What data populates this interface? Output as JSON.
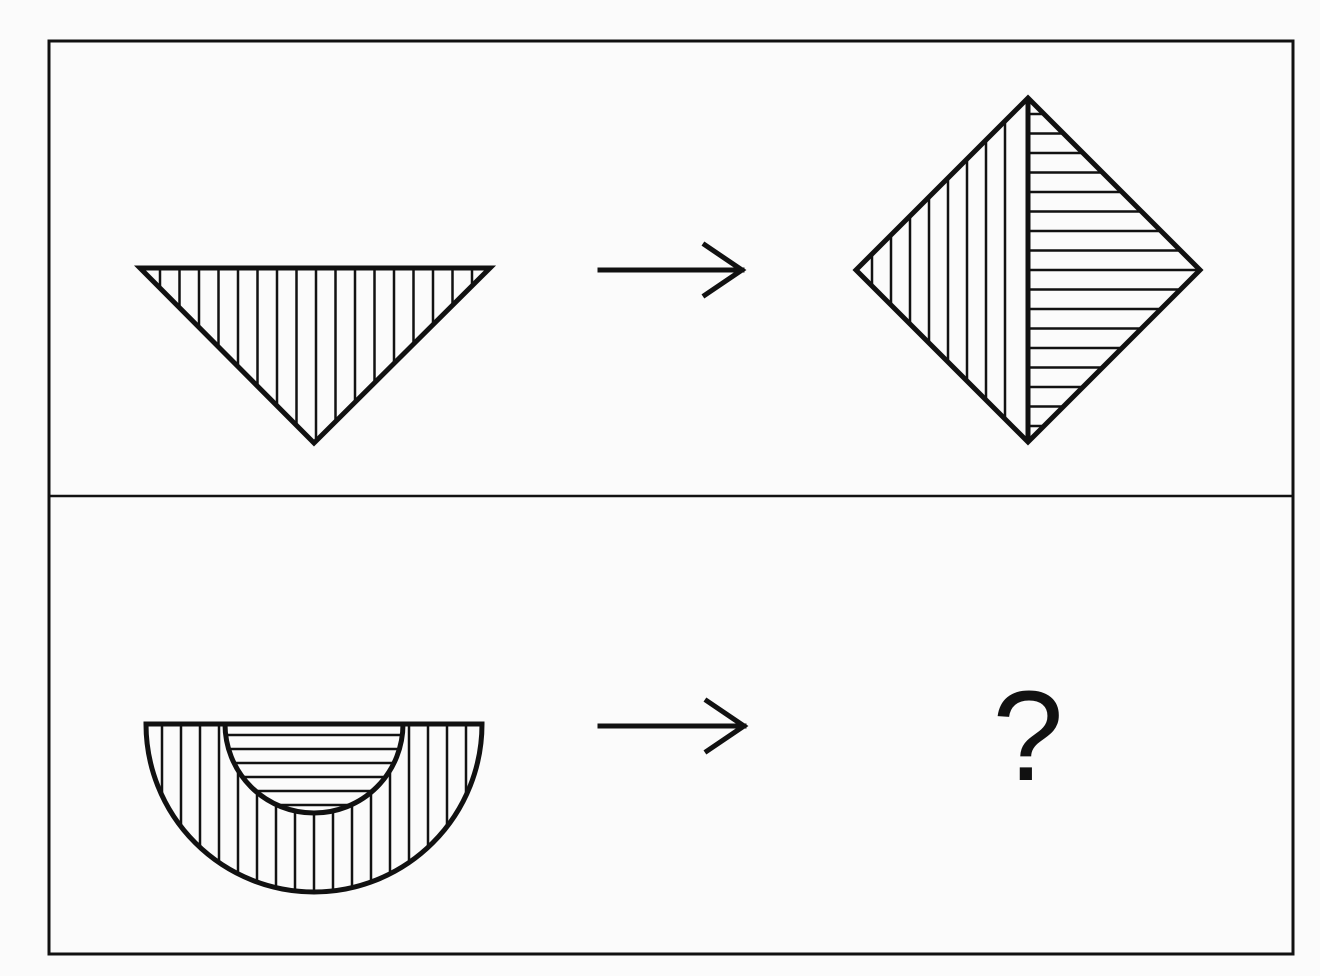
{
  "puzzle": {
    "unknown_symbol": "?",
    "arrow_symbol": "→",
    "colors": {
      "ink": "#111111",
      "background": "#fbfbfb"
    },
    "rows": [
      {
        "source": {
          "shape": "inverted-triangle",
          "hatch": "vertical"
        },
        "result": {
          "shape": "diamond",
          "hatch": [
            "vertical",
            "horizontal"
          ]
        }
      },
      {
        "source": {
          "shape": "semicircle-with-inner-semicircle",
          "hatch": [
            "vertical",
            "horizontal"
          ]
        },
        "result": {
          "shape": "unknown"
        }
      }
    ]
  }
}
